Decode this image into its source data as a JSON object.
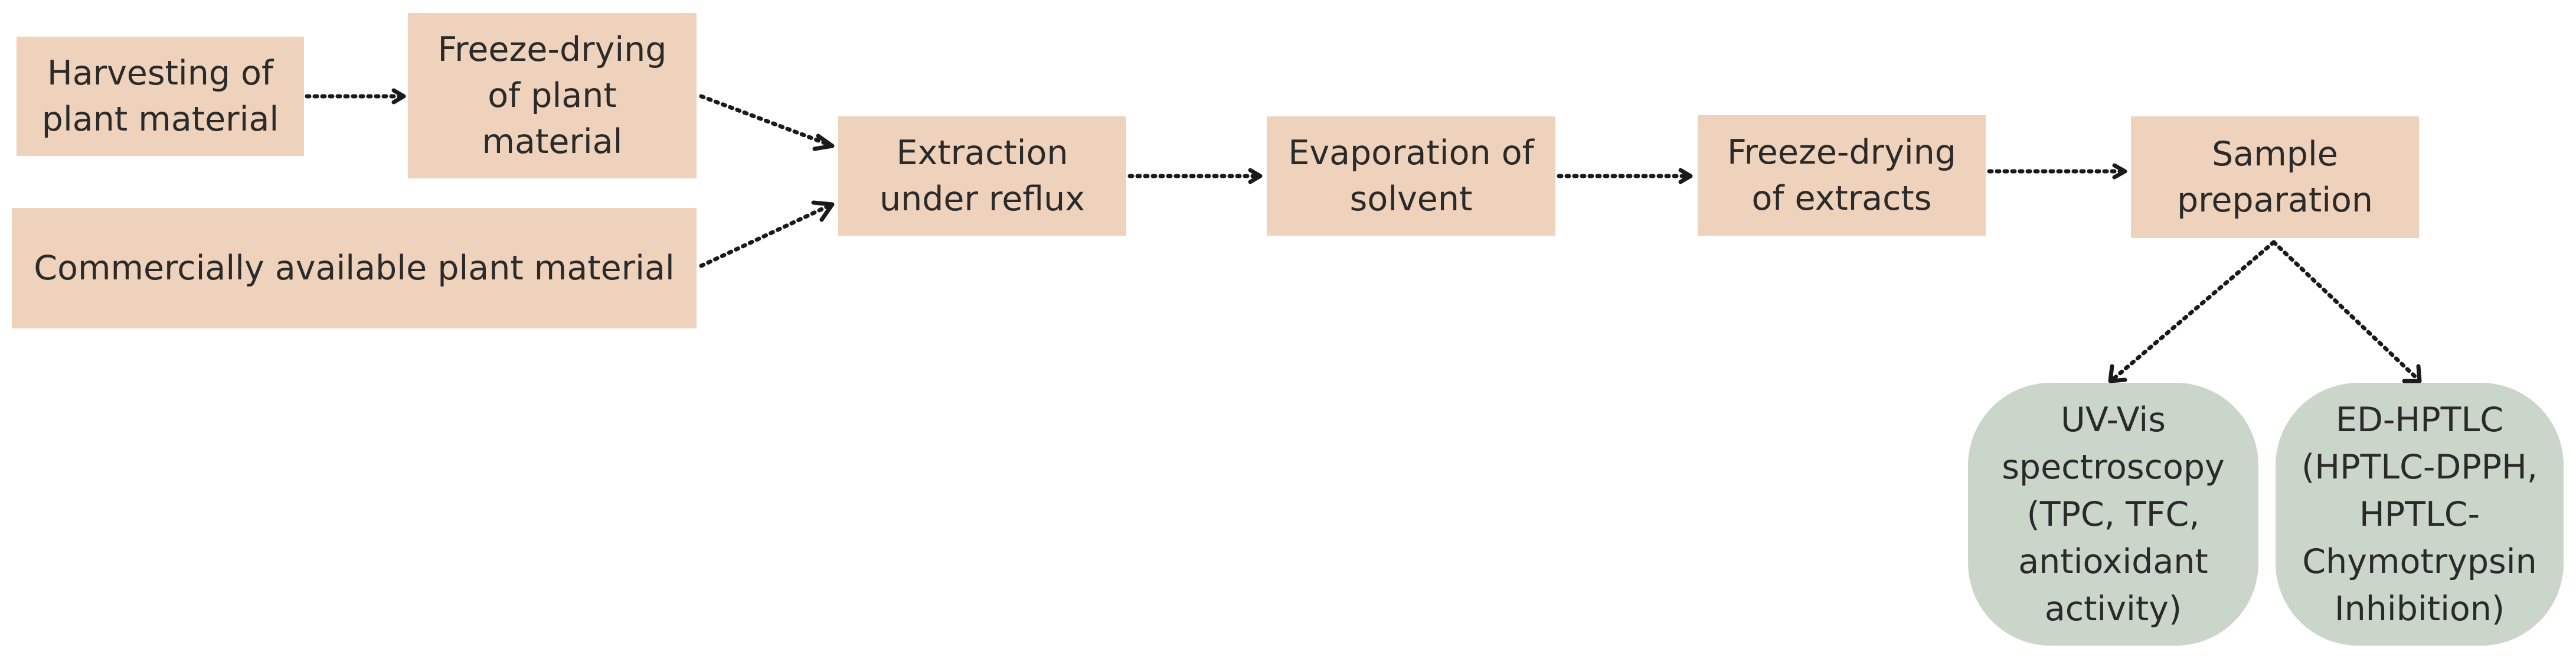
{
  "diagram": {
    "nodes": {
      "harvesting": "Harvesting of\nplant material",
      "freeze_drying_plant": "Freeze-drying\nof plant\nmaterial",
      "commercial": "Commercially available plant material",
      "extraction": "Extraction\nunder reflux",
      "evaporation": "Evaporation of\nsolvent",
      "freeze_drying_extracts": "Freeze-drying\nof extracts",
      "sample_preparation": "Sample\npreparation",
      "uv_vis": "UV-Vis\nspectroscopy\n(TPC, TFC,\nantioxidant\nactivity)",
      "ed_hptlc": "ED-HPTLC\n(HPTLC-DPPH,\nHPTLC-\nChymotrypsin\nInhibition)"
    },
    "colors": {
      "process_box": "#efd2bb",
      "analysis_box": "#cbd6cb",
      "text": "#2a2a2a",
      "arrow": "#1a1a1a"
    }
  }
}
